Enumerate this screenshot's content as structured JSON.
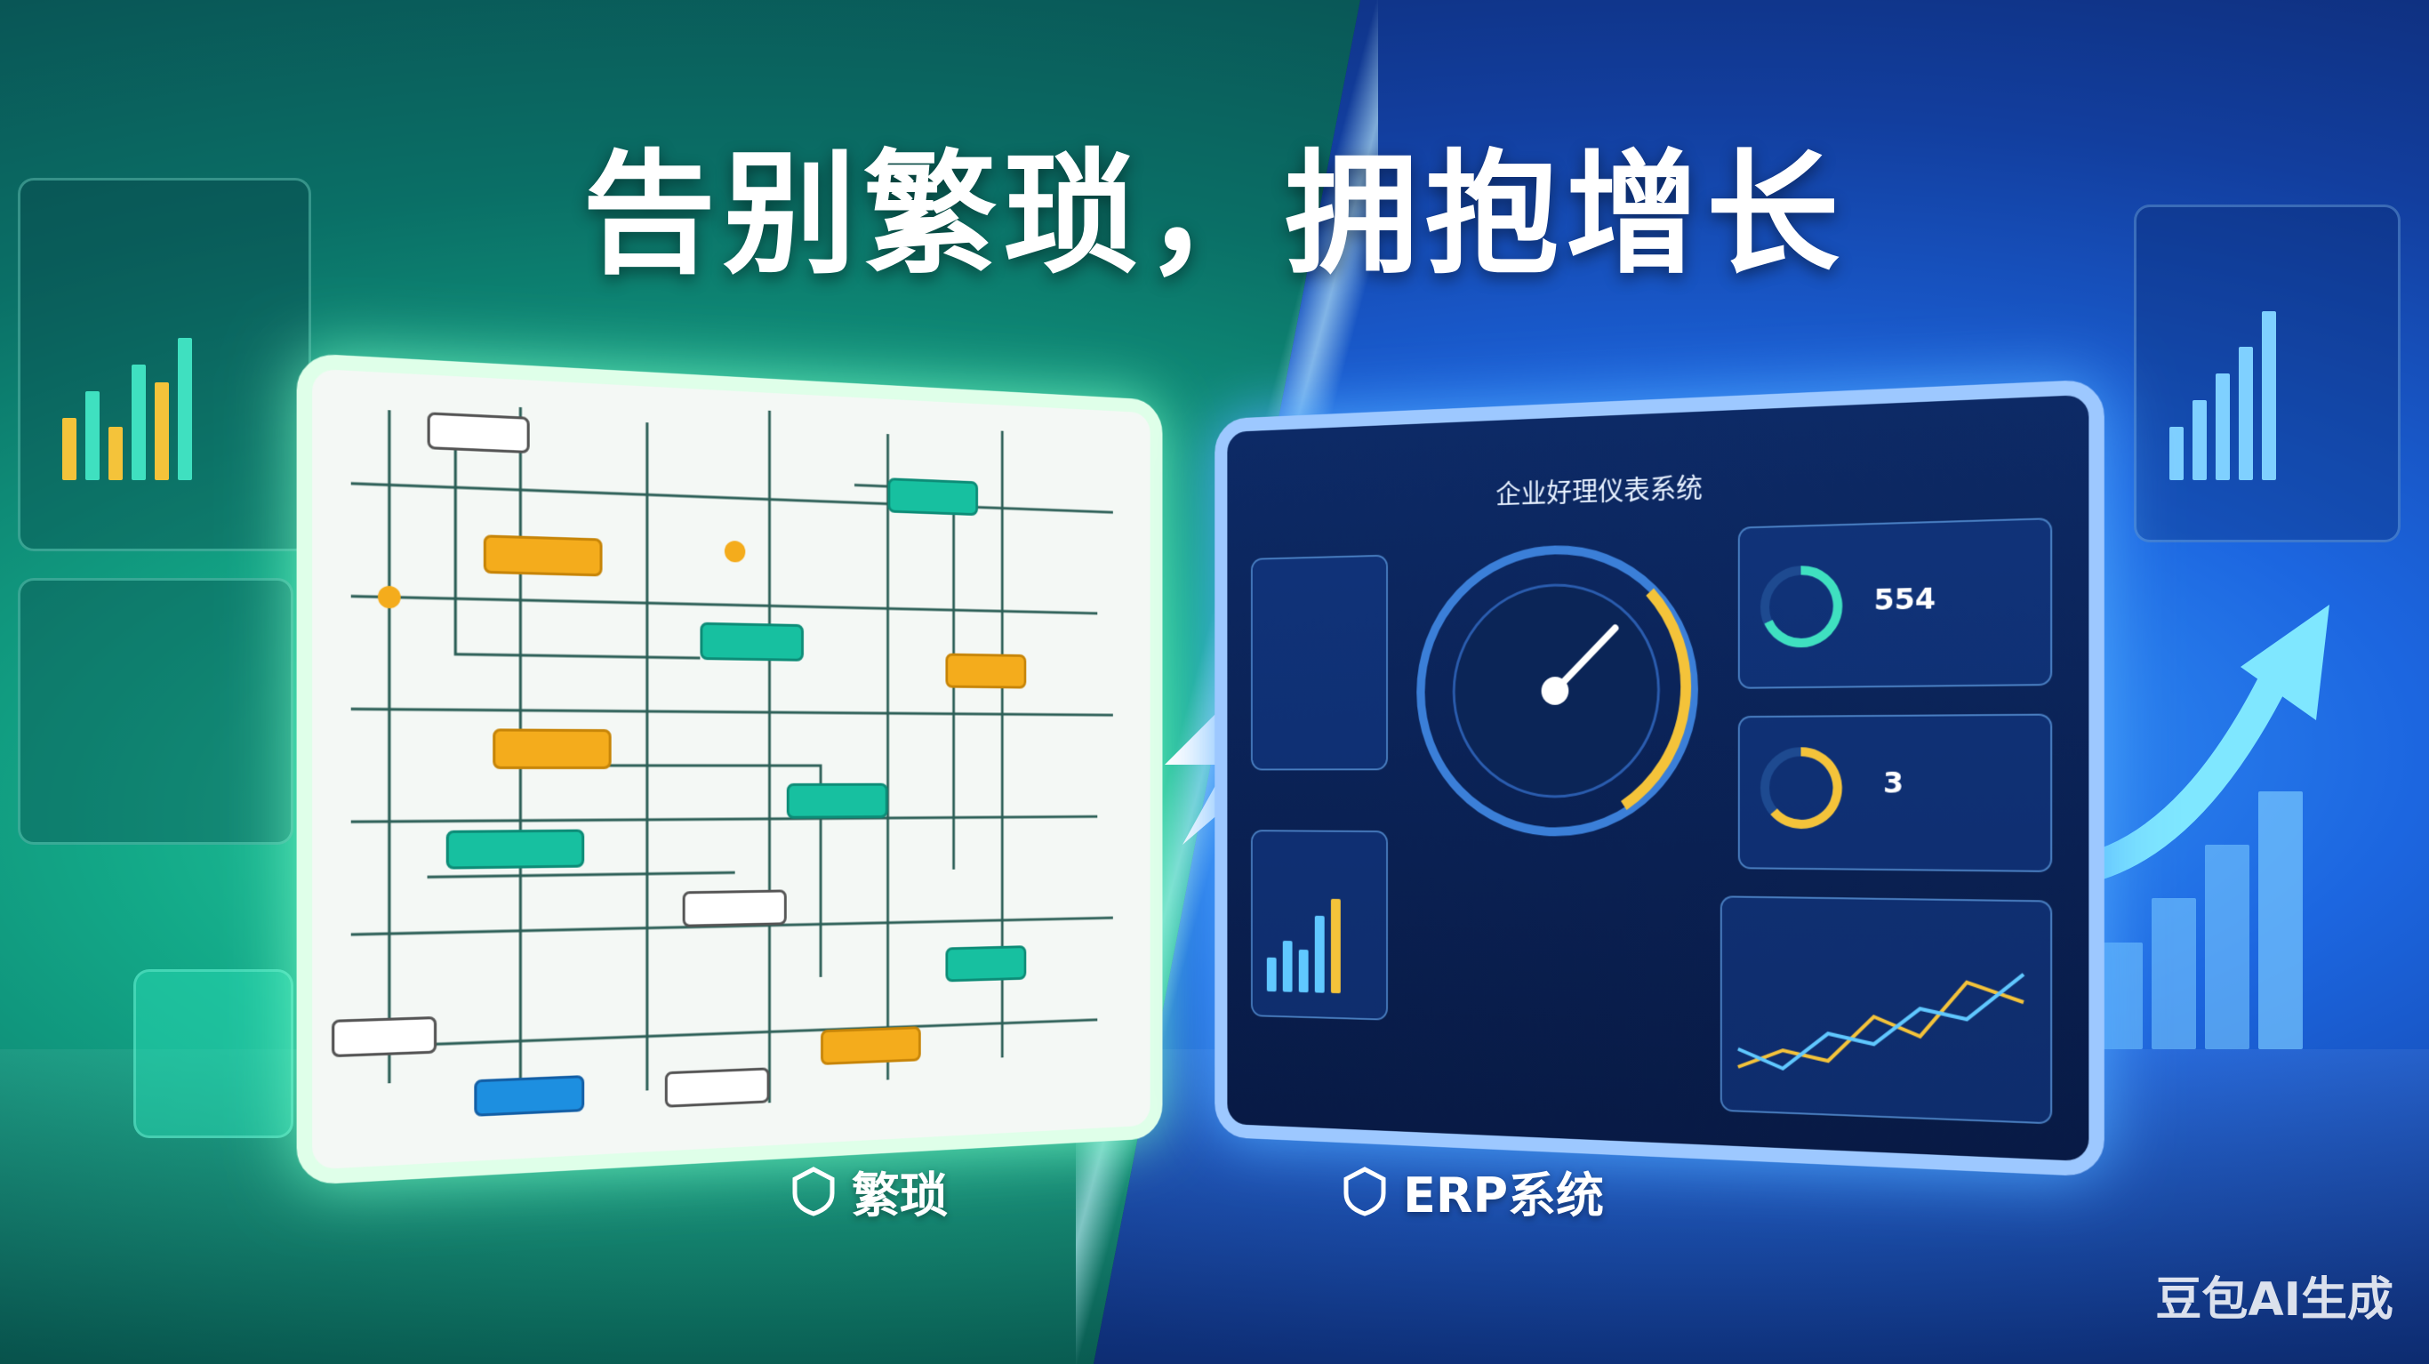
{
  "headline": "告别繁琐，拥抱增长",
  "left_label": "繁琐",
  "right_label": "ERP系统",
  "erp_screen": {
    "title": "企业好理仪表系统",
    "metric_1": "554",
    "metric_2": "3"
  },
  "watermark": "豆包AI生成",
  "colors": {
    "left_accent": "#17c0a0",
    "right_accent": "#1d6fe0",
    "orange": "#f4ac1c"
  }
}
